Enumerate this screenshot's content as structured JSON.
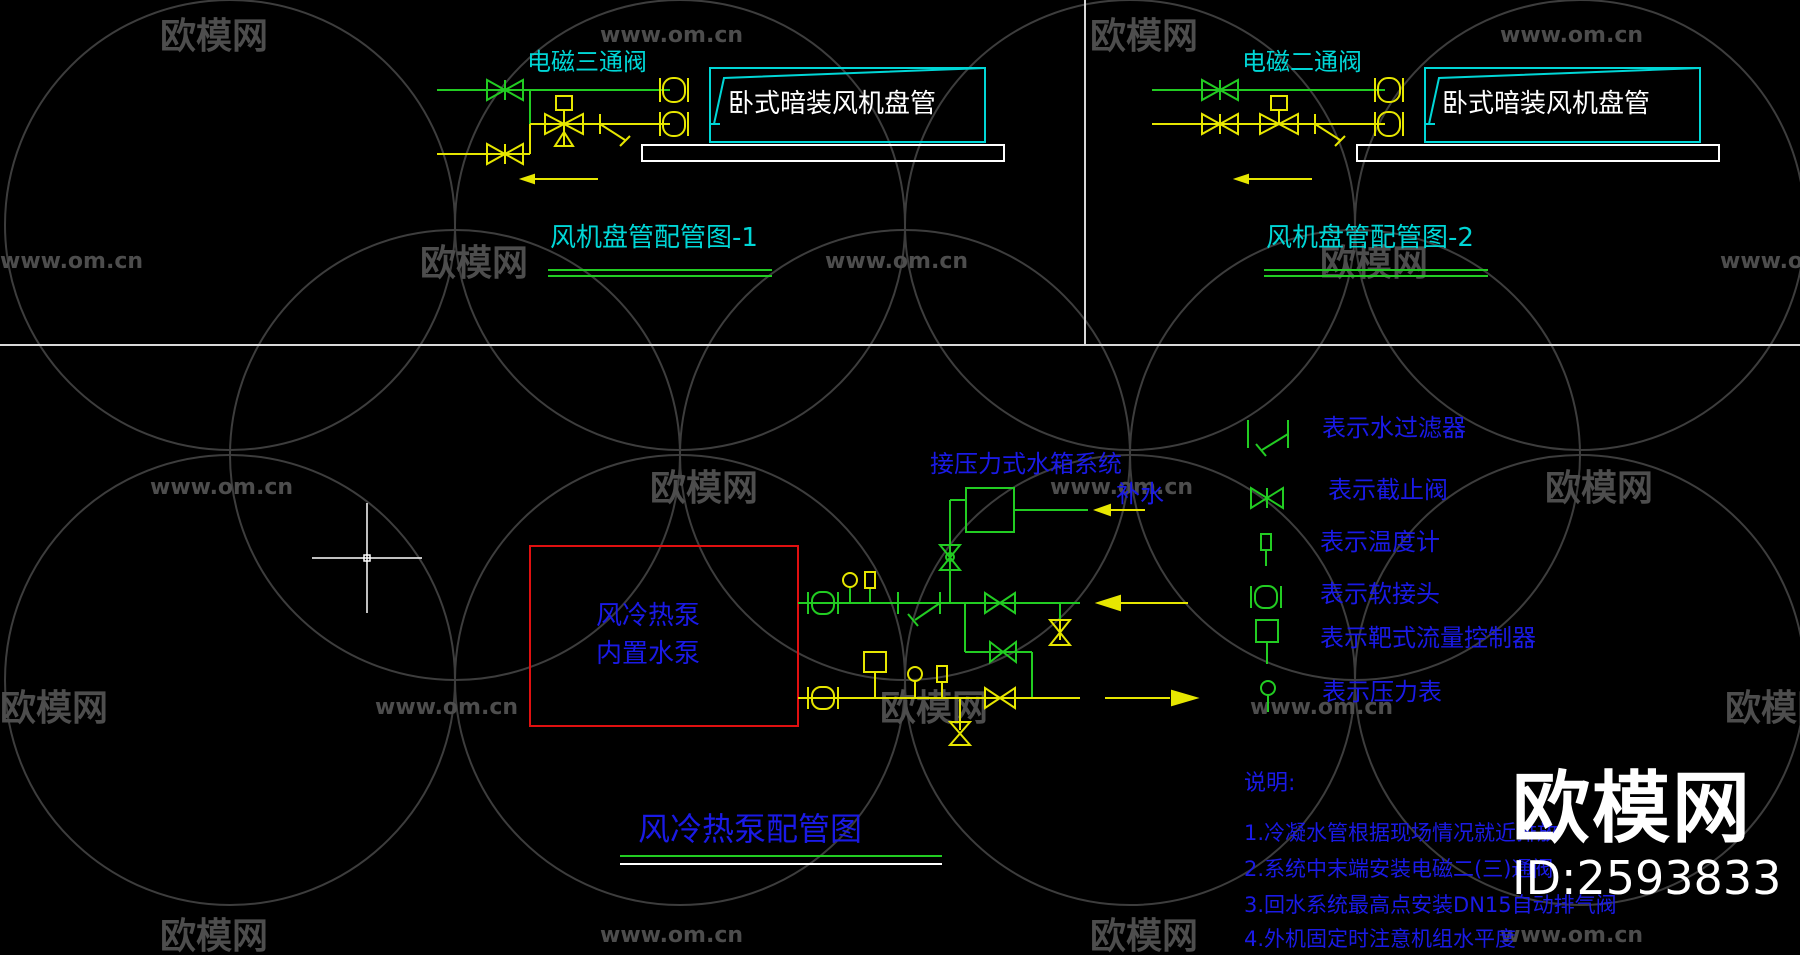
{
  "colors": {
    "background": "#000000",
    "pipe_green": "#22cc22",
    "pipe_yellow": "#e6e600",
    "cyan": "#00d6d6",
    "blue_text": "#1a1ae6",
    "red_box": "#e01010",
    "white": "#ffffff",
    "watermark": "#4a4a4a"
  },
  "panel_top_left": {
    "valve_label": "电磁三通阀",
    "unit_label": "卧式暗装风机盘管",
    "caption": "风机盘管配管图-1"
  },
  "panel_top_right": {
    "valve_label": "电磁二通阀",
    "unit_label": "卧式暗装风机盘管",
    "caption": "风机盘管配管图-2"
  },
  "pump_diagram": {
    "box_line1": "风冷热泵",
    "box_line2": "内置水泵",
    "tank_label": "接压力式水箱系统",
    "supply_label": "补水",
    "caption": "风冷热泵配管图"
  },
  "legend": [
    {
      "icon": "filter-icon",
      "label": "表示水过滤器"
    },
    {
      "icon": "stop-valve-icon",
      "label": "表示截止阀"
    },
    {
      "icon": "thermometer-icon",
      "label": "表示温度计"
    },
    {
      "icon": "flex-joint-icon",
      "label": "表示软接头"
    },
    {
      "icon": "flow-switch-icon",
      "label": "表示靶式流量控制器"
    },
    {
      "icon": "pressure-gauge-icon",
      "label": "表示压力表"
    }
  ],
  "notes": {
    "title": "说明:",
    "items": [
      "1.冷凝水管根据现场情况就近排放",
      "2.系统中末端安装电磁二(三)通阀",
      "3.回水系统最高点安装DN15自动排气阀",
      "4.外机固定时注意机组水平度"
    ]
  },
  "watermark": {
    "brand": "欧模网",
    "url": "www.om.cn",
    "id": "ID:2593833"
  }
}
